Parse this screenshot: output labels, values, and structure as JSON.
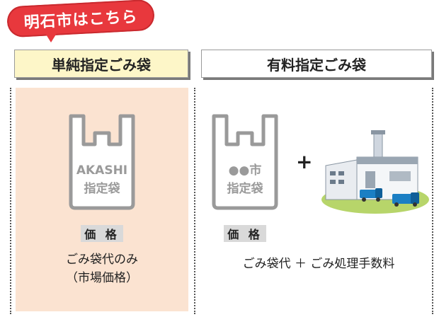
{
  "callout": {
    "text": "明石市はこちら"
  },
  "left": {
    "header": "単純指定ごみ袋",
    "bag_line1": "AKASHI",
    "bag_line2": "指定袋",
    "price_label": "価 格",
    "price_line1": "ごみ袋代のみ",
    "price_line2": "（市場価格）"
  },
  "right": {
    "header": "有料指定ごみ袋",
    "bag_line1": "●●市",
    "bag_line2": "指定袋",
    "plus": "+",
    "price_label": "価 格",
    "price_text": "ごみ袋代 ＋ ごみ処理手数料"
  },
  "icons": {
    "bag": "plastic-bag-icon",
    "factory": "factory-with-trucks-icon"
  },
  "colors": {
    "callout_red": "#e8383d",
    "left_header_bg": "#fdf6c8",
    "left_panel_bg": "#fbe3d1",
    "bag_gray": "#9a9a9a"
  }
}
